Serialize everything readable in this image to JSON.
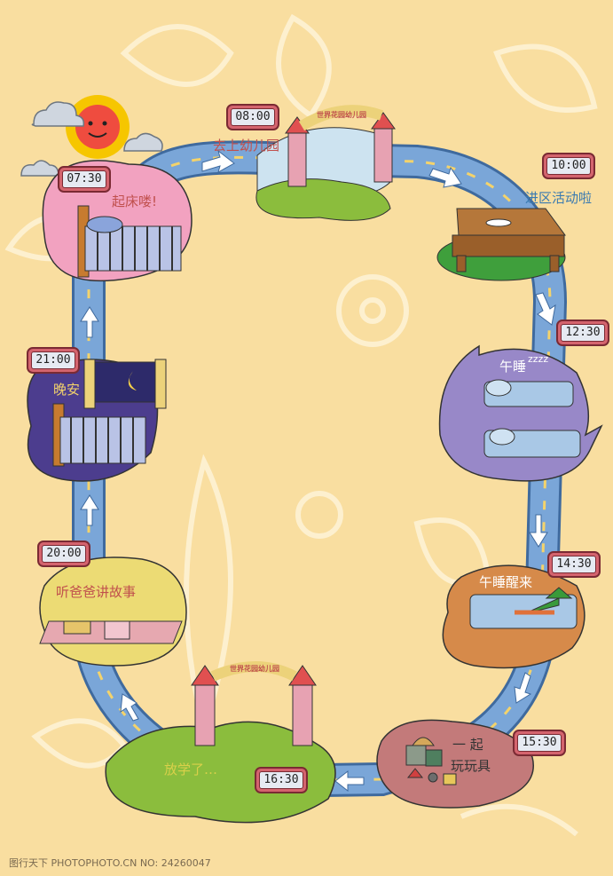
{
  "schedule": [
    {
      "time": "07:30",
      "label": "起床喽!"
    },
    {
      "time": "08:00",
      "label": "去上幼儿园"
    },
    {
      "time": "10:00",
      "label": "进区活动啦"
    },
    {
      "time": "12:30",
      "label": "午睡"
    },
    {
      "time": "14:30",
      "label": "午睡醒来"
    },
    {
      "time": "15:30",
      "label": "一 起",
      "label2": "玩玩具"
    },
    {
      "time": "16:30",
      "label": "放学了…"
    },
    {
      "time": "20:00",
      "label": "听爸爸讲故事"
    },
    {
      "time": "21:00",
      "label": "晚安"
    }
  ],
  "sleep_mark": "zzzz",
  "school_sign": "世界花园幼儿园",
  "watermark": "图行天下 PHOTOPHOTO.CN NO: 24260047",
  "colors": {
    "background": "#f9dea0",
    "road": "#7aa6d8",
    "road_edge": "#3f6a9e",
    "clock": "#d4646e",
    "label": "#c0504d"
  }
}
